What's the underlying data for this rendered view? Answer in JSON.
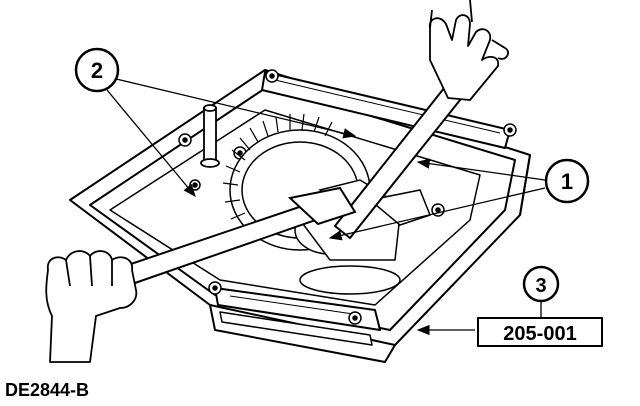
{
  "figure": {
    "drawing_code": "DE2844-B",
    "tool_number": "205-001",
    "callouts": [
      "1",
      "2",
      "3"
    ]
  },
  "colors": {
    "ink": "#000000",
    "paper": "#ffffff"
  }
}
